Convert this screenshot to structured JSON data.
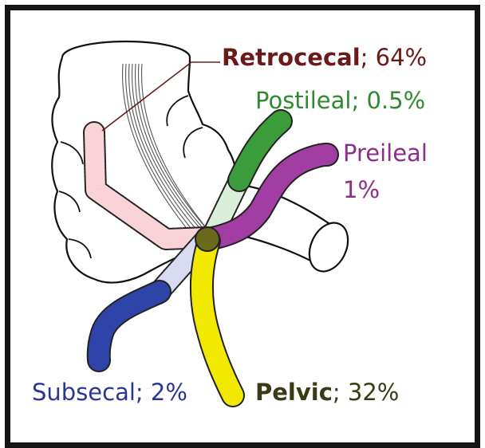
{
  "labels": {
    "retrocecal": {
      "name": "Retrocecal",
      "value": "; 64%"
    },
    "postileal": {
      "text": "Postileal; 0.5%"
    },
    "preileal": {
      "line1": "Preileal",
      "line2": "1%"
    },
    "subsecal": {
      "text": "Subsecal; 2%"
    },
    "pelvic": {
      "name": "Pelvic",
      "value": "; 32%"
    }
  },
  "colors": {
    "retrocecal": "#6b1a1a",
    "retrocecal_fill": "#f9d3d7",
    "postileal": "#3a9c3a",
    "postileal_fill": "#d9efd9",
    "preileal": "#a23ea3",
    "subsecal": "#2e44a8",
    "subsecal_fill": "#d8daf1",
    "pelvic": "#f1ea00",
    "junction": "#6a6a1a",
    "frame": "#141414"
  }
}
